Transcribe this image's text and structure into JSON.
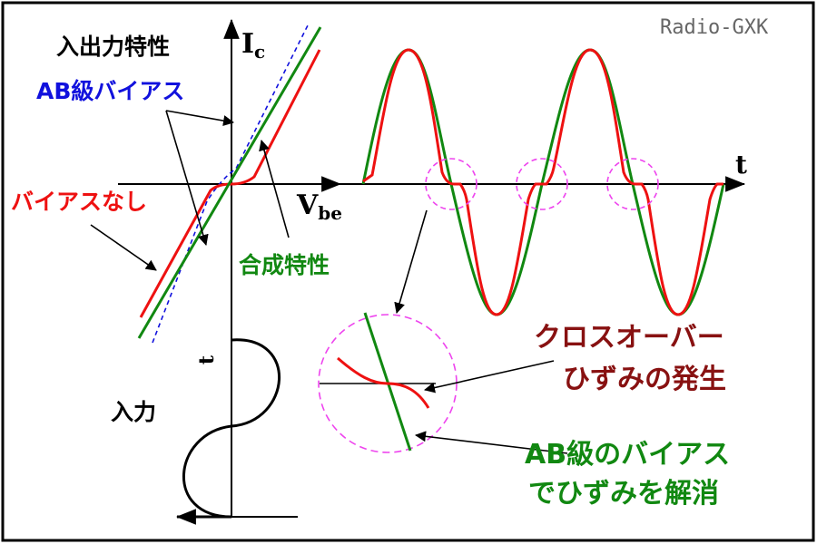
{
  "watermark": "Radio-GXK",
  "labels": {
    "io_characteristic": "入出力特性",
    "ic_main": "I",
    "ic_sub": "c",
    "ab_bias": "AB級バイアス",
    "no_bias": "バイアスなし",
    "vbe_main": "V",
    "vbe_sub": "be",
    "combined": "合成特性",
    "t_output": "t",
    "t_input": "t",
    "input": "入力",
    "crossover_1": "クロスオーバー",
    "crossover_2": "ひずみの発生",
    "ab_fix_1": "AB級のバイアス",
    "ab_fix_2": "でひずみを解消"
  },
  "colors": {
    "black": "#000000",
    "red": "#ee1111",
    "green": "#118811",
    "blue": "#1111dd",
    "dark_red": "#881111",
    "magenta": "#ee44ee",
    "gray": "#666666"
  }
}
